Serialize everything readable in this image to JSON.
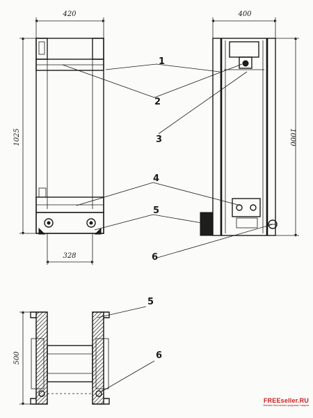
{
  "dimensions": {
    "top_left_width": "420",
    "top_right_width": "400",
    "left_height": "1025",
    "right_height": "1000",
    "bottom_width": "328",
    "lower_height": "500"
  },
  "callouts": [
    "1",
    "2",
    "3",
    "4",
    "5",
    "6",
    "5",
    "6"
  ],
  "watermark": {
    "title": "FREEseller.RU",
    "subtitle": "Магазин бесплатных цифровых товаров"
  }
}
